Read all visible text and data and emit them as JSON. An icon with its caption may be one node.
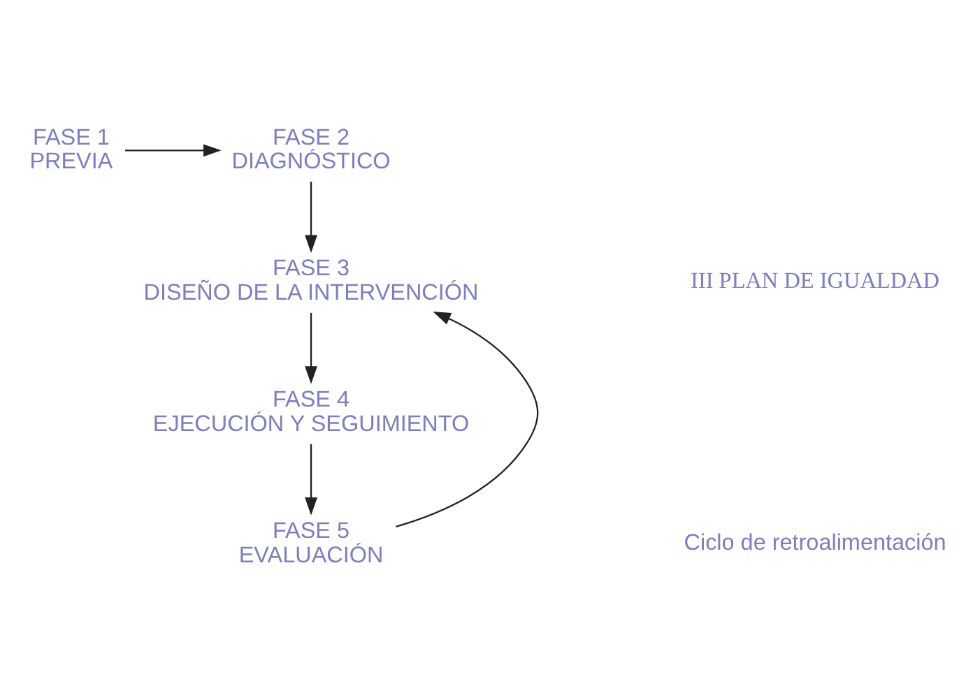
{
  "diagram": {
    "nodes": [
      {
        "text": [
          "FASE 1",
          "PREVIA"
        ]
      },
      {
        "text": [
          "FASE 2",
          "DIAGNÓSTICO"
        ]
      },
      {
        "text": [
          "FASE 3",
          "DISEÑO DE LA INTERVENCIÓN"
        ]
      },
      {
        "text": [
          "FASE 4",
          "EJECUCIÓN Y SEGUIMIENTO"
        ]
      },
      {
        "text": [
          "FASE 5",
          "EVALUACIÓN"
        ]
      }
    ],
    "edges": [
      {
        "from": 0,
        "to": 1,
        "arrow": "to"
      },
      {
        "from": 1,
        "to": 2,
        "arrow": "to"
      },
      {
        "from": 2,
        "to": 3,
        "arrow": "to"
      },
      {
        "from": 3,
        "to": 4,
        "arrow": "to"
      },
      {
        "from": 4,
        "to": 2,
        "arrow": "to"
      }
    ],
    "labels": [
      "III PLAN DE IGUALDAD",
      "Ciclo de retroalimentación"
    ]
  }
}
